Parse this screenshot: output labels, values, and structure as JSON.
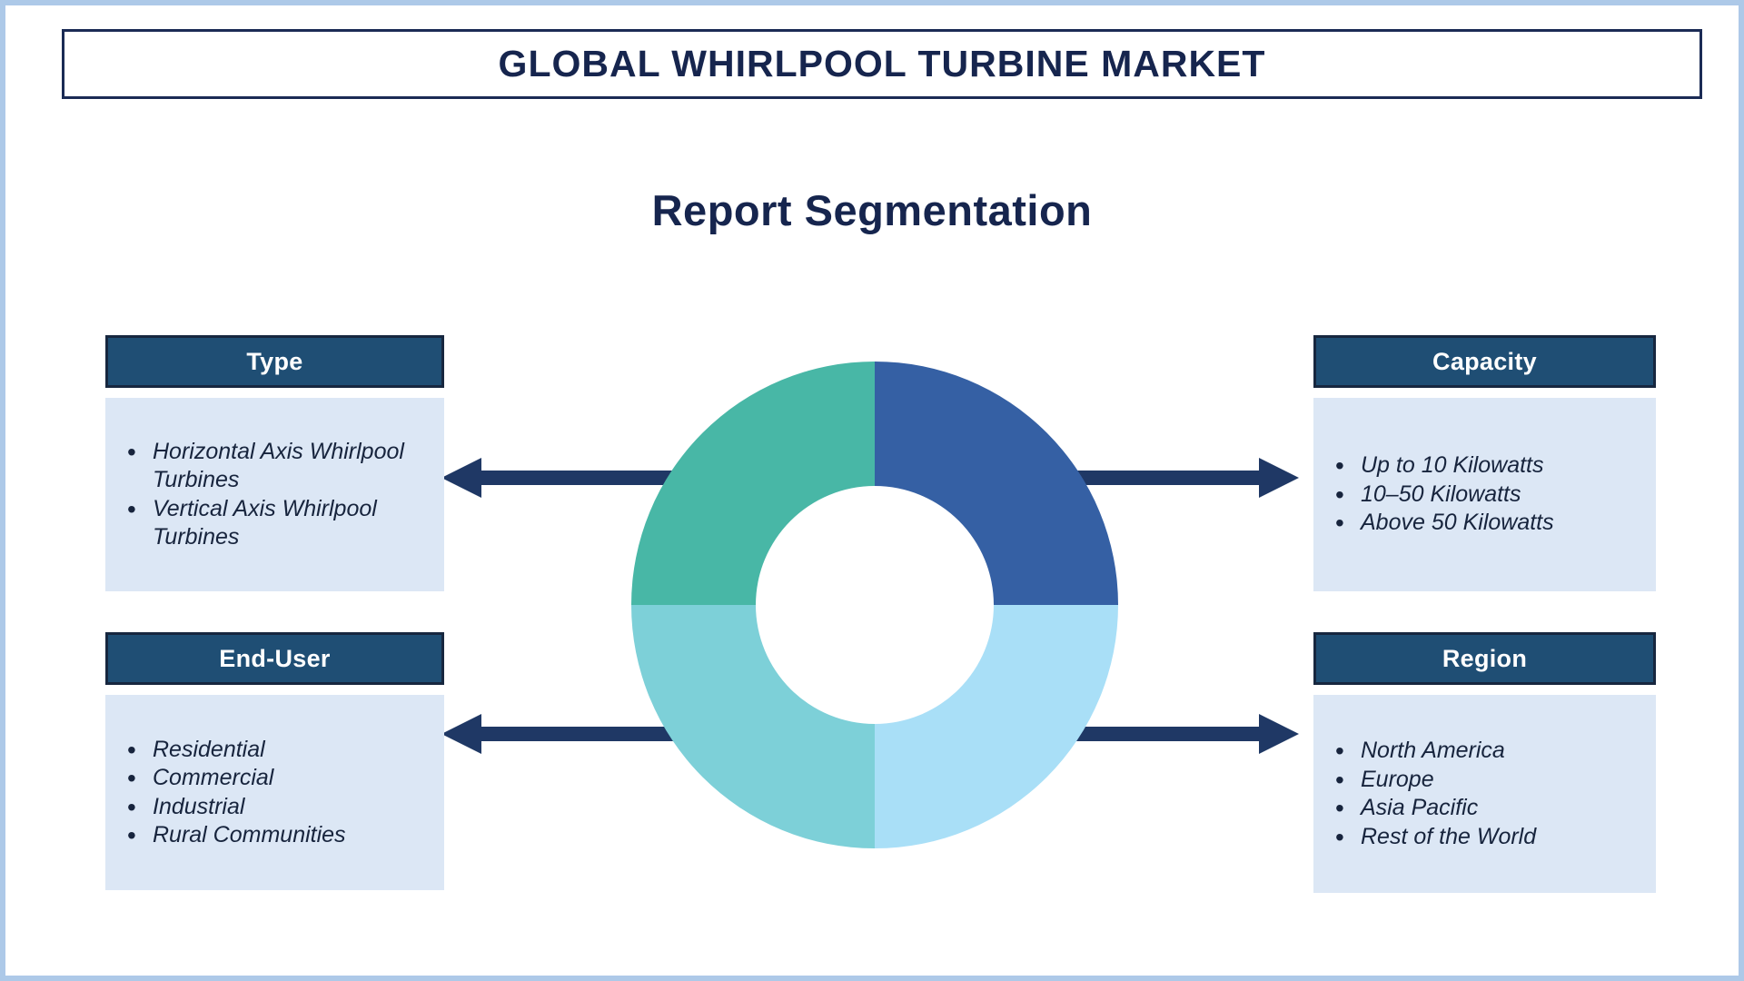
{
  "header": {
    "title": "GLOBAL WHIRLPOOL TURBINE MARKET"
  },
  "section": {
    "title": "Report Segmentation"
  },
  "panels": {
    "type": {
      "title": "Type",
      "items": [
        "Horizontal Axis Whirlpool Turbines",
        "Vertical Axis Whirlpool Turbines"
      ]
    },
    "capacity": {
      "title": "Capacity",
      "items": [
        "Up to 10 Kilowatts",
        "10–50 Kilowatts",
        "Above 50 Kilowatts"
      ]
    },
    "end_user": {
      "title": "End-User",
      "items": [
        "Residential",
        "Commercial",
        "Industrial",
        "Rural Communities"
      ]
    },
    "region": {
      "title": "Region",
      "items": [
        "North America",
        "Europe",
        "Asia Pacific",
        "Rest of the World"
      ]
    }
  },
  "colors": {
    "page_frame": "#ADC9E8",
    "navy_text": "#16254E",
    "title_border": "#1B2B55",
    "panel_header_bg": "#1F4E74",
    "panel_header_border": "#17273F",
    "panel_body_bg": "#DCE7F5",
    "list_text": "#17243D",
    "arrow": "#1F3865"
  },
  "chart_data": {
    "type": "pie",
    "style": "donut",
    "title": "",
    "labels_visible": false,
    "legend": "none",
    "inner_radius_ratio": 0.49,
    "segments": [
      {
        "position": "top-right",
        "value": 25,
        "color": "#3560A4"
      },
      {
        "position": "bottom-right",
        "value": 25,
        "color": "#A9DFF7"
      },
      {
        "position": "bottom-left",
        "value": 25,
        "color": "#7DD0D8"
      },
      {
        "position": "top-left",
        "value": 25,
        "color": "#48B7A6"
      }
    ]
  }
}
